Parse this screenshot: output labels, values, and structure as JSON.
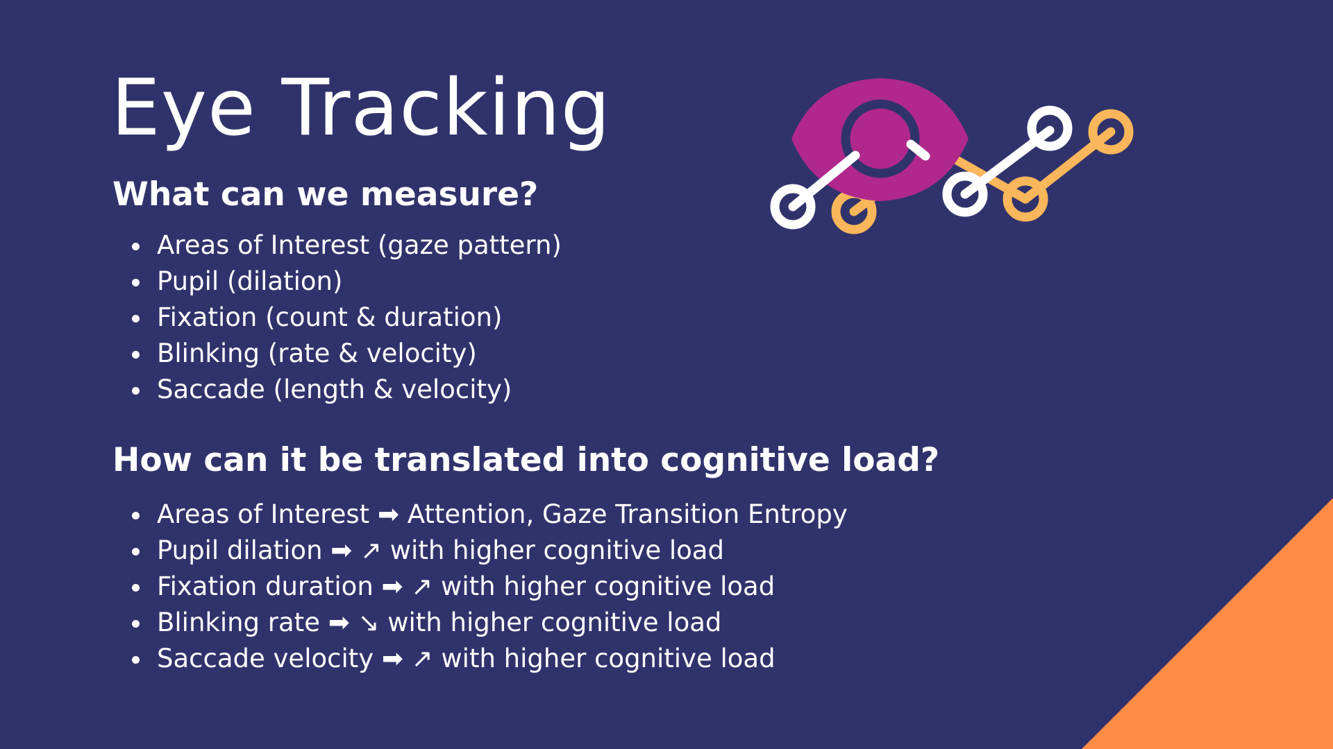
{
  "slide": {
    "title": "Eye Tracking",
    "section1": {
      "heading": "What can we measure?",
      "items": [
        "Areas of Interest (gaze pattern)",
        "Pupil (dilation)",
        "Fixation (count & duration)",
        "Blinking (rate & velocity)",
        "Saccade (length & velocity)"
      ]
    },
    "section2": {
      "heading": "How can it be translated into cognitive load?",
      "items": [
        "Areas of Interest ➡ Attention, Gaze Transition Entropy",
        "Pupil dilation ➡ ↗ with higher cognitive load",
        "Fixation duration ➡ ↗ with higher cognitive load",
        "Blinking rate ➡ ↘ with higher cognitive load",
        "Saccade velocity ➡ ↗ with higher cognitive load"
      ]
    },
    "colors": {
      "background": "#30336b",
      "eye": "#b0288c",
      "line_white": "#ffffff",
      "line_yellow": "#fab65a",
      "corner": "#ff8c46"
    },
    "icons": [
      "eye-tracking-graphic-icon",
      "bullet-dot-icon"
    ]
  }
}
